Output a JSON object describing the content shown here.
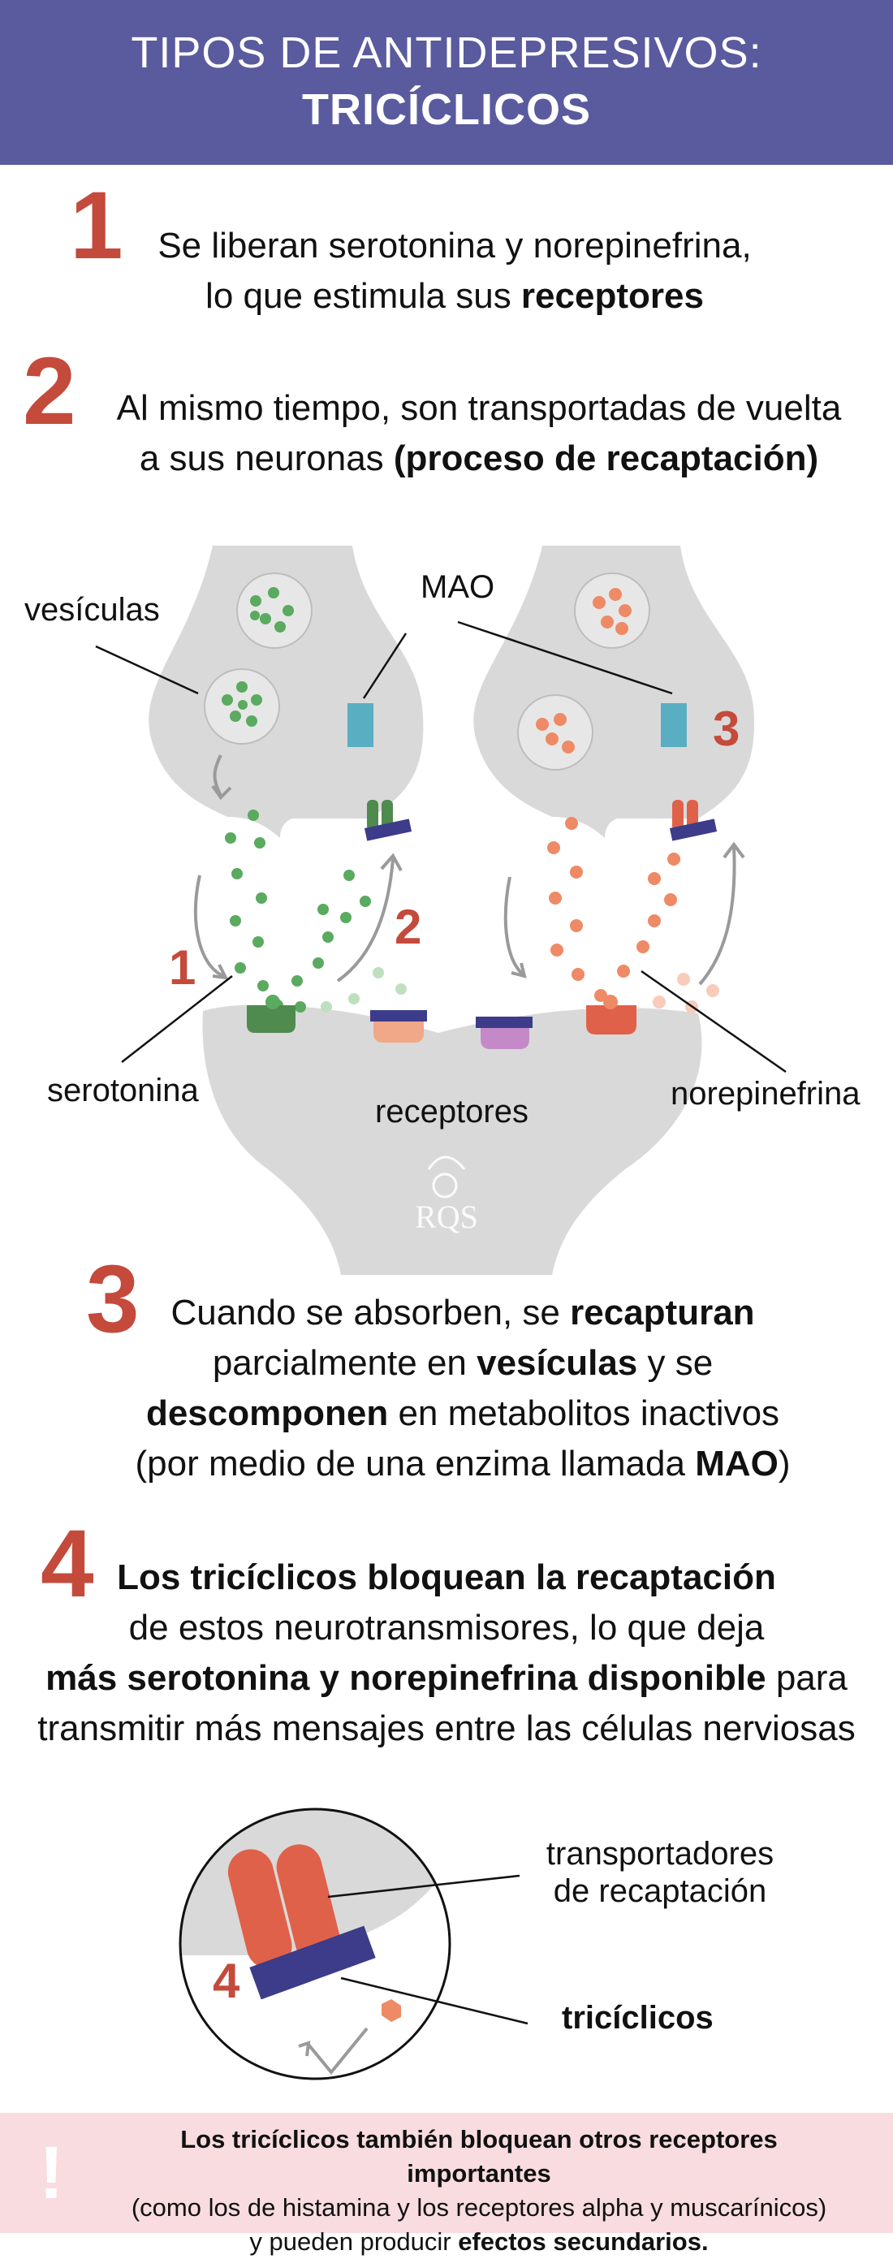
{
  "header": {
    "line1": "TIPOS DE ANTIDEPRESIVOS:",
    "line2": "TRICÍCLICOS"
  },
  "step1": {
    "number": "1",
    "line1": "Se liberan serotonina y norepinefrina,",
    "line2_pre": "lo que estimula sus ",
    "line2_bold": "receptores"
  },
  "step2": {
    "number": "2",
    "line1": "Al mismo tiempo, son transportadas de vuelta",
    "line2_pre": "a sus neuronas ",
    "line2_bold": "(proceso de recaptación)"
  },
  "diagram": {
    "labels": {
      "vesiculas": "vesículas",
      "mao": "MAO",
      "serotonina": "serotonina",
      "receptores": "receptores",
      "norepinefrina": "norepinefrina"
    },
    "markers": {
      "m1": "1",
      "m2": "2",
      "m3": "3"
    },
    "logo": "RQS",
    "colors": {
      "neuron": "#d9d9d9",
      "serotonin": "#5aaa5f",
      "norepinephrine": "#ee8a66",
      "mao": "#5aaec2",
      "transporter": "#e0614a",
      "blocker": "#3c3c8a",
      "accent": "#c44a3c"
    }
  },
  "step3": {
    "number": "3",
    "l1_pre": "Cuando se absorben, se ",
    "l1_bold": "recapturan",
    "l2_pre": "parcialmente en ",
    "l2_bold": "vesículas",
    "l2_post": " y se",
    "l3_bold": "descomponen",
    "l3_post": " en metabolitos inactivos",
    "l4_pre": "(por medio de una enzima llamada ",
    "l4_bold": "MAO",
    "l4_post": ")"
  },
  "step4": {
    "number": "4",
    "l1_bold": "Los tricíclicos bloquean la recaptación",
    "l2": "de estos neurotransmisores, lo que deja",
    "l3_bold": "más serotonina y norepinefrina disponible",
    "l3_post": " para",
    "l4": "transmitir más mensajes entre las células nerviosas"
  },
  "zoom": {
    "label_transport_l1": "transportadores",
    "label_transport_l2": "de recaptación",
    "label_tri": "tricíclicos",
    "marker": "4"
  },
  "footer": {
    "icon": "!",
    "l1_bold": "Los tricíclicos también bloquean otros receptores importantes",
    "l2": "(como los de histamina y los receptores alpha y muscarínicos)",
    "l3_pre": "y pueden producir ",
    "l3_bold": "efectos secundarios."
  }
}
